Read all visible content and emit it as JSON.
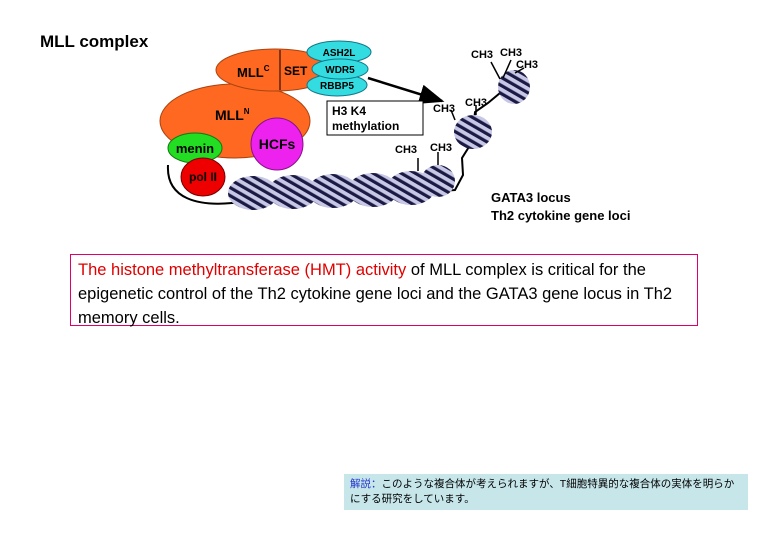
{
  "title": "MLL complex",
  "complex": {
    "mll_c": "MLL",
    "mll_c_sup": "C",
    "set": "SET",
    "ash2l": "ASH2L",
    "wdr5": "WDR5",
    "rbbp5": "RBBP5",
    "mll_n": "MLL",
    "mll_n_sup": "N",
    "menin": "menin",
    "hcfs": "HCFs",
    "pol_ii": "pol II"
  },
  "mark_box": {
    "line1": "H3 K4",
    "line2": "methylation"
  },
  "methyl_label": "CH3",
  "locus": {
    "line1": "GATA3 locus",
    "line2": "Th2 cytokine gene loci"
  },
  "statement": {
    "highlight": "The histone methyltransferase (HMT) activity",
    "rest": " of MLL complex is critical for the epigenetic control of the Th2 cytokine gene loci and the GATA3 gene locus in Th2 memory cells."
  },
  "note": {
    "head": "解説：",
    "body": "このような複合体が考えられますが、T細胞特異的な複合体の実体を明らかにする研究をしています。"
  },
  "colors": {
    "mll": "#ff6820",
    "teal": "#33dce0",
    "menin": "#22dd22",
    "hcfs": "#ee22ee",
    "pol_ii": "#ee0000",
    "nucleosome": "#c8c8e6",
    "highlight": "#e00000",
    "box_border": "#e0006a",
    "note_bg": "#c6e6ea"
  }
}
